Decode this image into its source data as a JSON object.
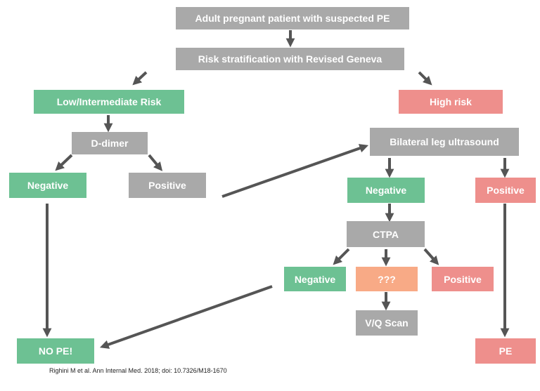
{
  "colors": {
    "gray": "#a9a9a9",
    "green": "#6dc193",
    "pink": "#ee8f8c",
    "orange": "#f8aa86",
    "arrow": "#555555"
  },
  "nodes": {
    "start": "Adult pregnant patient with suspected PE",
    "risk_strat": "Risk stratification with Revised Geneva",
    "low_risk": "Low/Intermediate Risk",
    "high_risk": "High risk",
    "d_dimer": "D-dimer",
    "dd_negative": "Negative",
    "dd_positive": "Positive",
    "leg_us": "Bilateral leg ultrasound",
    "us_negative": "Negative",
    "us_positive": "Positive",
    "ctpa": "CTPA",
    "ctpa_negative": "Negative",
    "ctpa_unclear": "???",
    "ctpa_positive": "Positive",
    "vq_scan": "V/Q Scan",
    "no_pe": "NO PE!",
    "pe": "PE"
  },
  "citation": "Righini M et al. Ann Internal Med. 2018; doi: 10.7326/M18-1670"
}
